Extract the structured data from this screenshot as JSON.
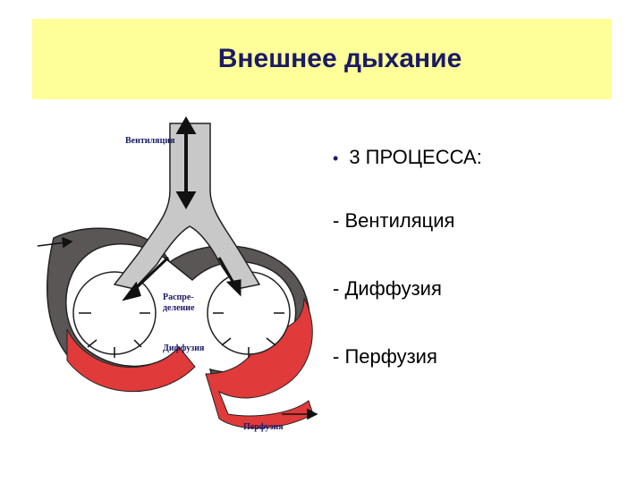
{
  "slide": {
    "title": "Внешнее дыхание",
    "bullet_marker": "•",
    "bullet": "3 ПРОЦЕССА:",
    "items": [
      "- Вентиляция",
      "- Диффузия",
      "- Перфузия"
    ]
  },
  "diagram": {
    "labels": {
      "ventilation": "Вентиляция",
      "distribution_1": "Распре-",
      "distribution_2": "деление",
      "diffusion": "Диффузия",
      "perfusion": "Перфузия"
    },
    "colors": {
      "airway": "#c8c8c8",
      "venous": "#5b5656",
      "arterial": "#e03a3a",
      "arrow": "#111111",
      "label": "#1a1a66",
      "title_band": "#ffff99"
    }
  }
}
